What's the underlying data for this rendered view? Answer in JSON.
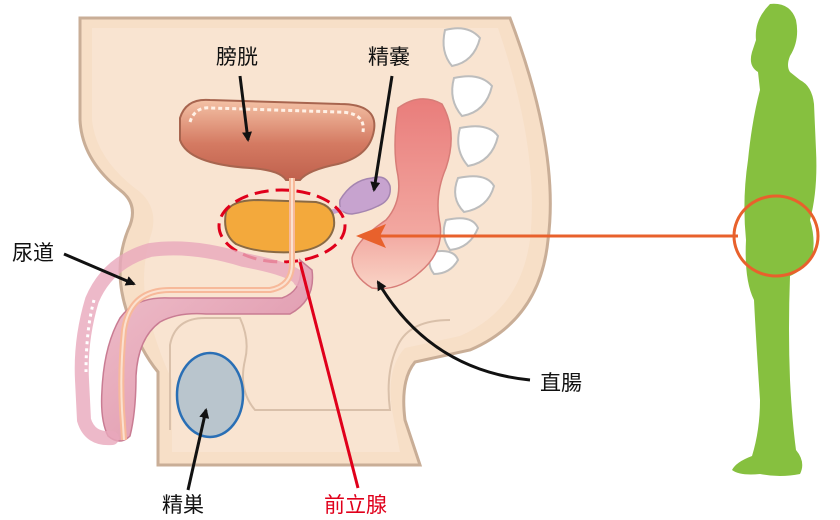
{
  "labels": {
    "bladder": "膀胱",
    "seminal_vesicle": "精嚢",
    "urethra": "尿道",
    "rectum": "直腸",
    "testis": "精巣",
    "prostate": "前立腺"
  },
  "colors": {
    "body_fill": "#f7dfc7",
    "body_outline": "#c9ae97",
    "bladder": "#d9876a",
    "prostate": "#f3a93c",
    "seminal_vesicle": "#c7a3cf",
    "urethra_pink": "#e3a3b8",
    "rectum": "#ec8a86",
    "testis": "#b9c5cd",
    "testis_outline": "#2a6fb5",
    "bone": "#ffffff",
    "silhouette": "#86c03f",
    "pointer": "#e8612c",
    "prostate_label": "#e0001b",
    "text": "#111111"
  }
}
